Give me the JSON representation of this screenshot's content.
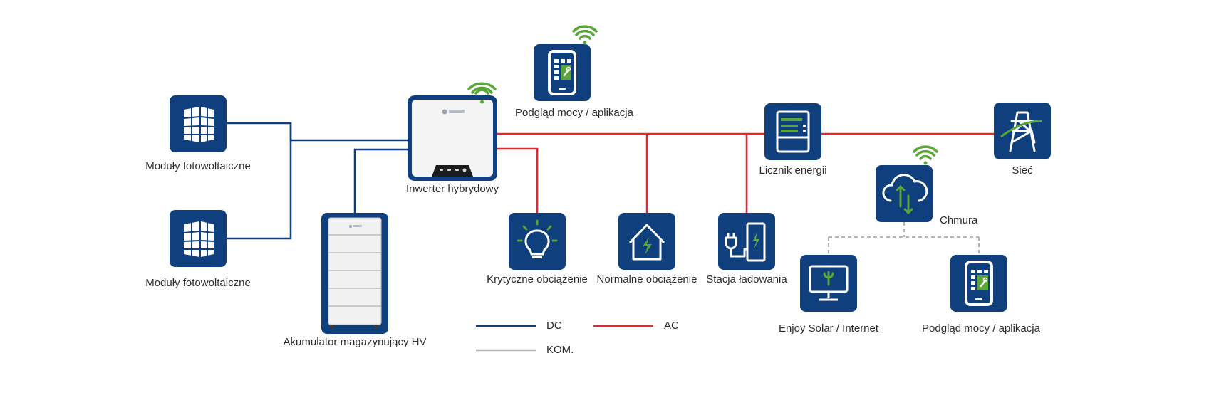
{
  "labels": {
    "pv1": "Moduły fotowoltaiczne",
    "pv2": "Moduły fotowoltaiczne",
    "inverter": "Inwerter hybrydowy",
    "battery": "Akumulator magazynujący HV",
    "app_top": "Podgląd mocy / aplikacja",
    "meter": "Licznik energii",
    "grid": "Sieć",
    "cloud": "Chmura",
    "critical_load": "Krytyczne obciążenie",
    "normal_load": "Normalne obciążenie",
    "charging_station": "Stacja ładowania",
    "enjoy_solar": "Enjoy Solar / Internet",
    "app_bottom": "Podgląd mocy / aplikacja"
  },
  "legend": {
    "dc": "DC",
    "ac": "AC",
    "com": "KOM."
  },
  "colors": {
    "navy": "#0f3f7c",
    "dc_line": "#0f3f7c",
    "ac_line": "#e8262b",
    "com_line": "#b5b5b5",
    "green": "#5aa739",
    "inverter_body": "#f4f4f4"
  },
  "icons": [
    "solar-panel-icon",
    "inverter-icon",
    "battery-icon",
    "phone-app-icon",
    "energy-meter-icon",
    "grid-tower-icon",
    "cloud-icon",
    "light-bulb-icon",
    "house-icon",
    "ev-charger-icon",
    "monitor-icon",
    "wifi-icon"
  ]
}
